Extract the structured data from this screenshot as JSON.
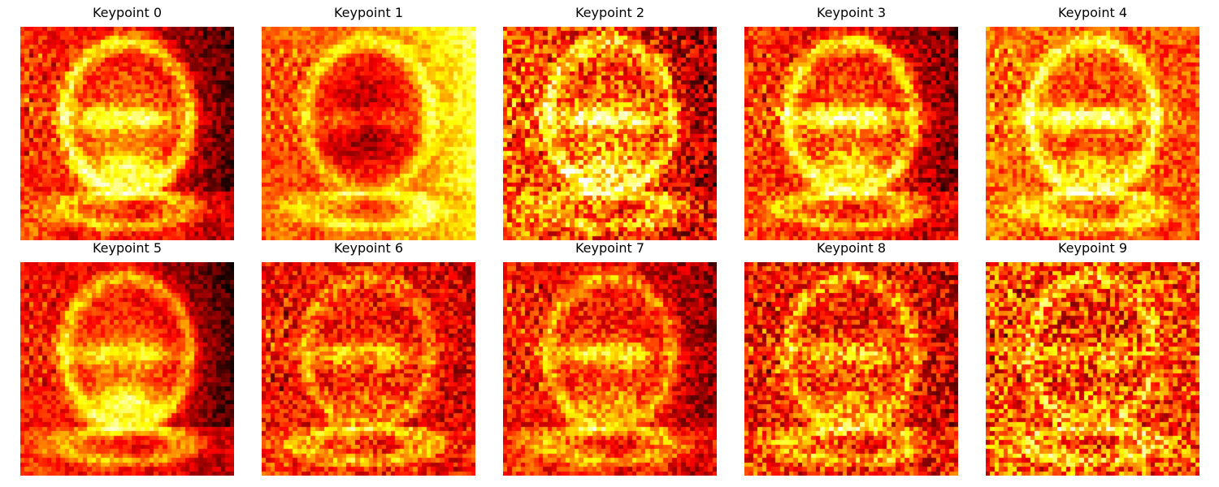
{
  "chart_data": [
    {
      "type": "heatmap",
      "title": "Keypoint 0",
      "colormap": "hot",
      "axes": "off",
      "variant": 0
    },
    {
      "type": "heatmap",
      "title": "Keypoint 1",
      "colormap": "hot",
      "axes": "off",
      "variant": 1
    },
    {
      "type": "heatmap",
      "title": "Keypoint 2",
      "colormap": "hot",
      "axes": "off",
      "variant": 2
    },
    {
      "type": "heatmap",
      "title": "Keypoint 3",
      "colormap": "hot",
      "axes": "off",
      "variant": 3
    },
    {
      "type": "heatmap",
      "title": "Keypoint 4",
      "colormap": "hot",
      "axes": "off",
      "variant": 4
    },
    {
      "type": "heatmap",
      "title": "Keypoint 5",
      "colormap": "hot",
      "axes": "off",
      "variant": 5
    },
    {
      "type": "heatmap",
      "title": "Keypoint 6",
      "colormap": "hot",
      "axes": "off",
      "variant": 6
    },
    {
      "type": "heatmap",
      "title": "Keypoint 7",
      "colormap": "hot",
      "axes": "off",
      "variant": 7
    },
    {
      "type": "heatmap",
      "title": "Keypoint 8",
      "colormap": "hot",
      "axes": "off",
      "variant": 8
    },
    {
      "type": "heatmap",
      "title": "Keypoint 9",
      "colormap": "hot",
      "axes": "off",
      "variant": 9
    }
  ]
}
